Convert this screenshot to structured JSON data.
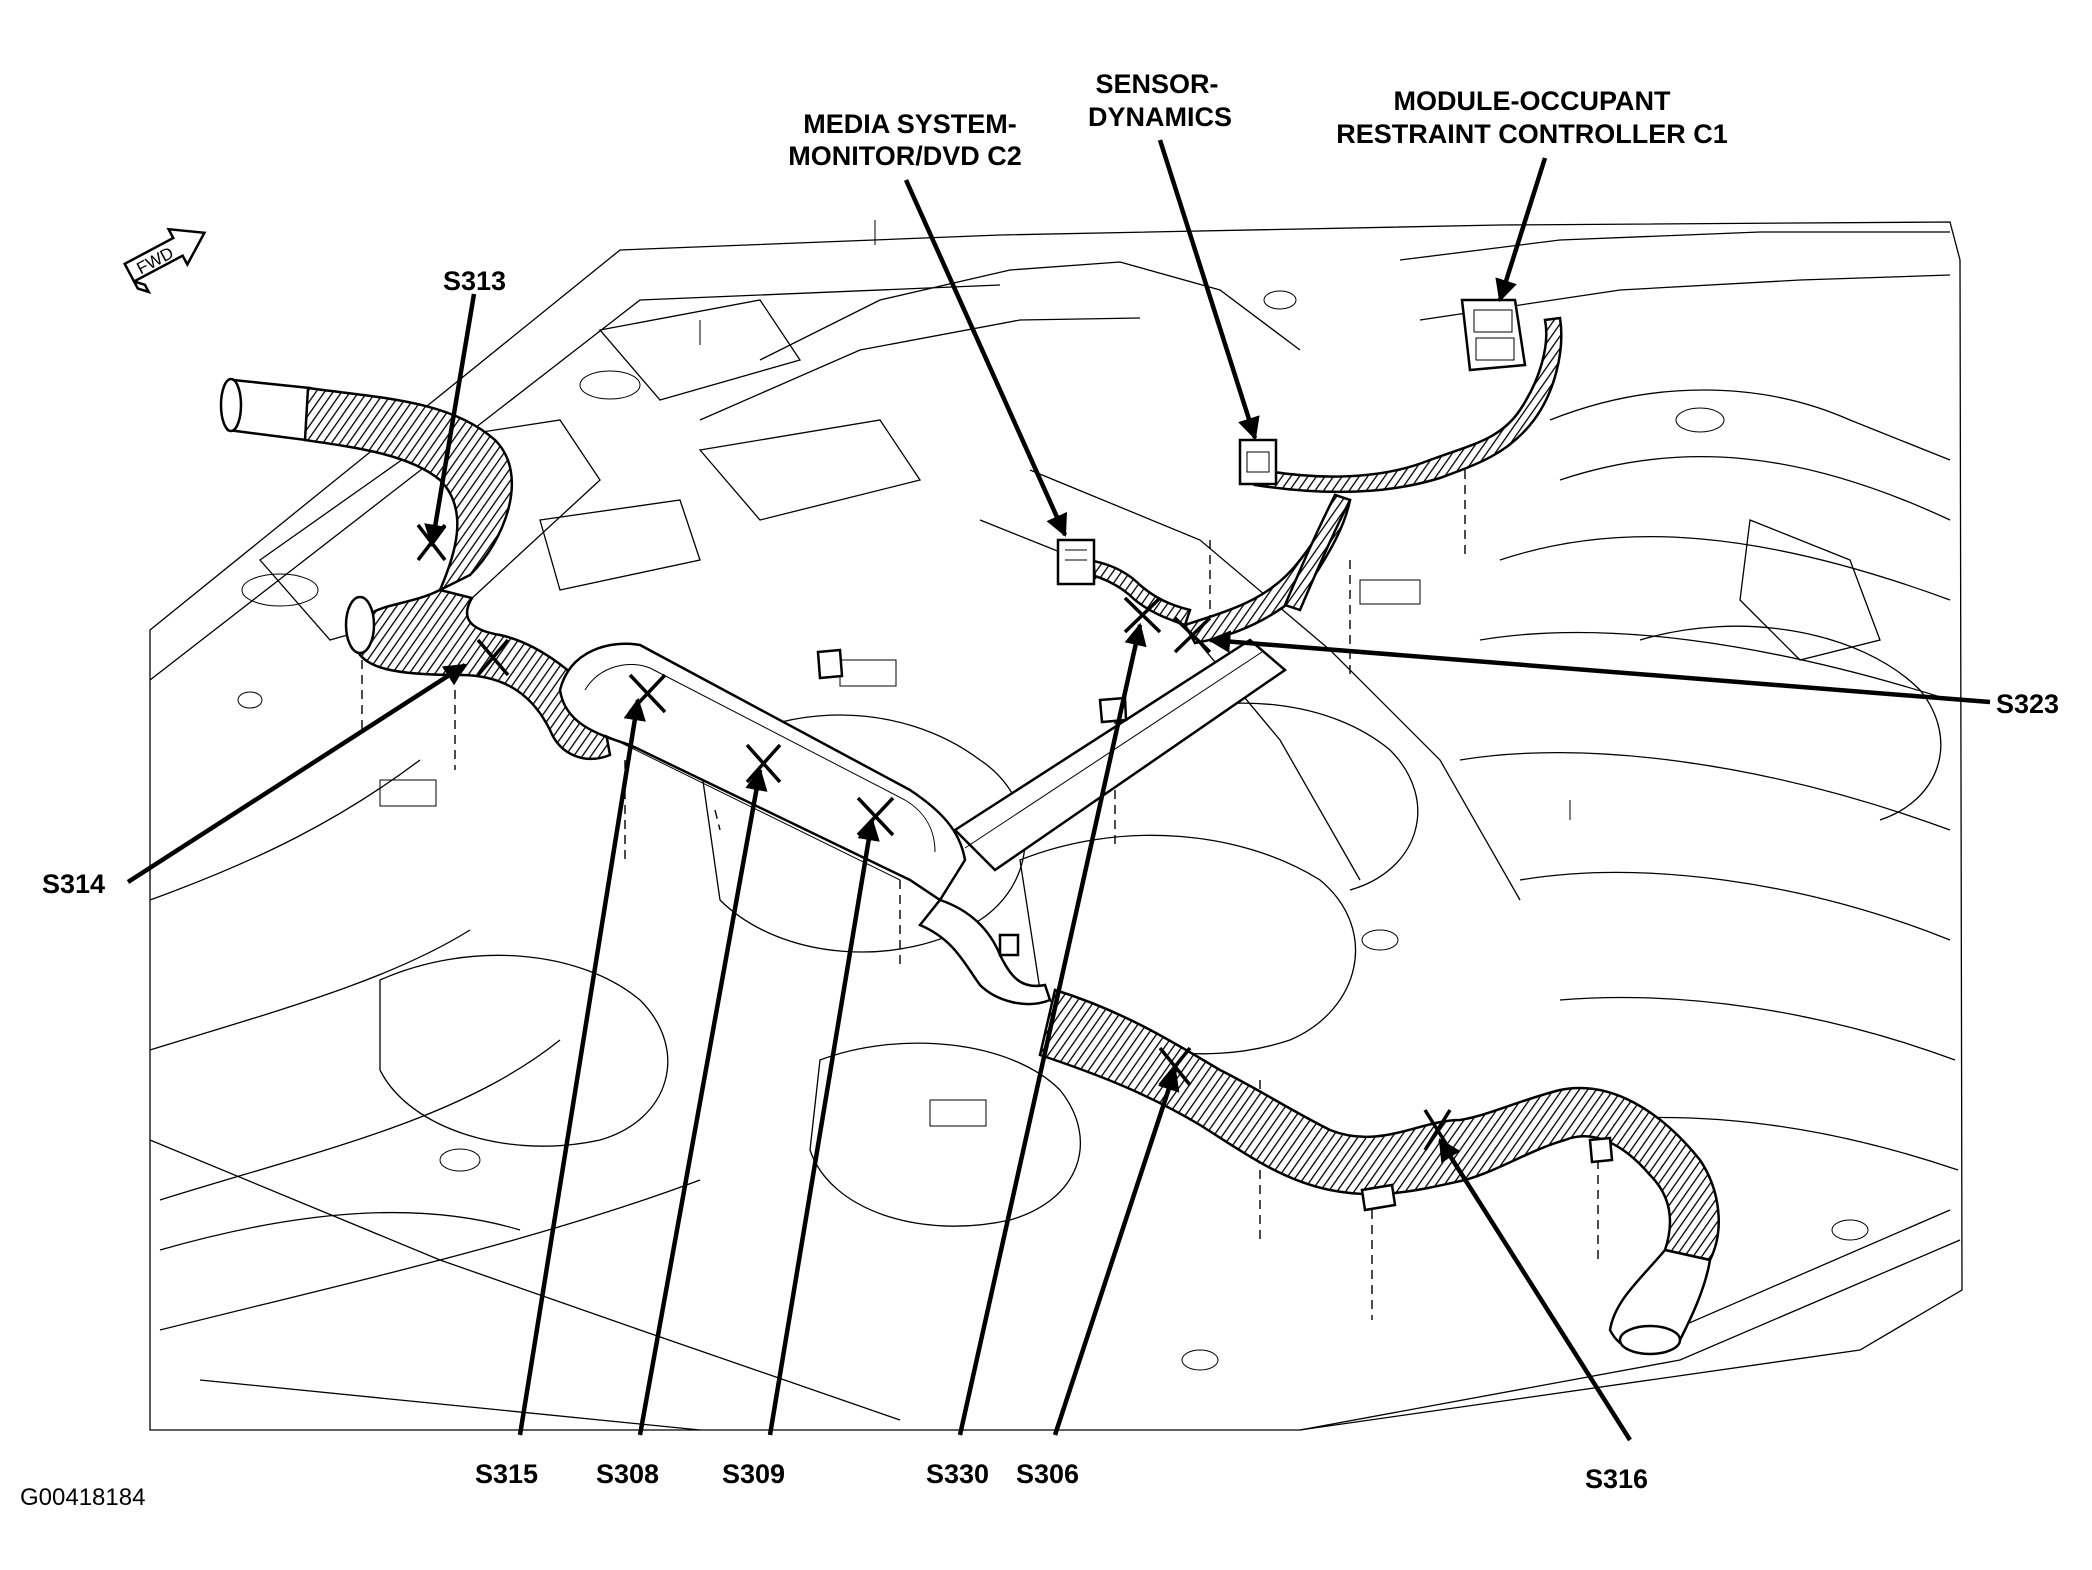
{
  "diagram": {
    "figure_id": "G00418184",
    "orientation_label": "FWD",
    "callouts": [
      {
        "id": "media",
        "lines": [
          "MEDIA SYSTEM-",
          "MONITOR/DVD C2"
        ]
      },
      {
        "id": "sensor",
        "lines": [
          "SENSOR-",
          "DYNAMICS"
        ]
      },
      {
        "id": "module",
        "lines": [
          "MODULE-OCCUPANT",
          "RESTRAINT CONTROLLER C1"
        ]
      }
    ],
    "splices": {
      "s313": "S313",
      "s314": "S314",
      "s323": "S323",
      "s315": "S315",
      "s308": "S308",
      "s309": "S309",
      "s330": "S330",
      "s306": "S306",
      "s316": "S316"
    }
  }
}
